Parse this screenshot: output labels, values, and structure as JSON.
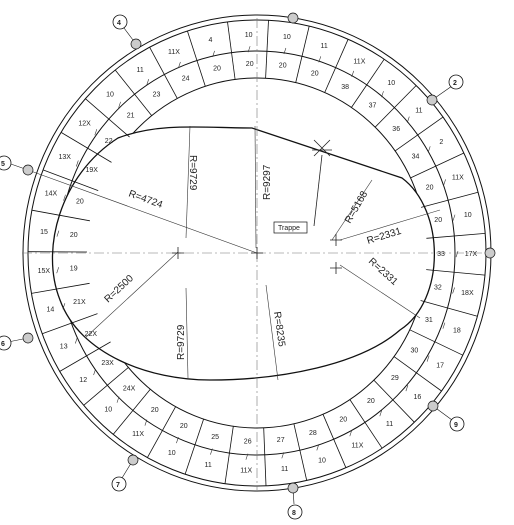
{
  "diagram": {
    "grid_markers": [
      {
        "id": "2",
        "label": "2"
      },
      {
        "id": "4",
        "label": "4"
      },
      {
        "id": "5",
        "label": "5"
      },
      {
        "id": "6",
        "label": "6"
      },
      {
        "id": "7",
        "label": "7"
      },
      {
        "id": "8",
        "label": "8"
      },
      {
        "id": "9",
        "label": "9"
      }
    ],
    "dimensions": [
      {
        "id": "r4724",
        "label": "R=4724"
      },
      {
        "id": "r9729-top",
        "label": "R=9729"
      },
      {
        "id": "r9297",
        "label": "R=9297"
      },
      {
        "id": "r5168",
        "label": "R=5168"
      },
      {
        "id": "r2331-a",
        "label": "R=2331"
      },
      {
        "id": "r2331-b",
        "label": "R=2331"
      },
      {
        "id": "r2500",
        "label": "R=2500"
      },
      {
        "id": "r9729-bottom",
        "label": "R=9729"
      },
      {
        "id": "r8235",
        "label": "R=8235"
      }
    ],
    "callout": {
      "label": "Trappe"
    },
    "outer_segments": [
      "10",
      "10",
      "11",
      "11X",
      "10",
      "11",
      "2",
      "11X",
      "10",
      "17X",
      "18X",
      "18",
      "17",
      "16",
      "11",
      "11X",
      "10",
      "11",
      "11X",
      "11",
      "10",
      "11X",
      "10",
      "12",
      "13",
      "14",
      "15X",
      "15",
      "14X",
      "13X",
      "12X",
      "10",
      "11",
      "11X",
      "4"
    ],
    "inner_segments": [
      "20",
      "20",
      "20",
      "38",
      "37",
      "36",
      "34",
      "20",
      "20",
      "33",
      "32",
      "31",
      "30",
      "29",
      "20",
      "20",
      "28",
      "27",
      "26",
      "25",
      "20",
      "20",
      "24X",
      "23X",
      "22X",
      "21X",
      "19",
      "20",
      "20",
      "19X",
      "22",
      "21",
      "23",
      "24",
      "20"
    ]
  }
}
